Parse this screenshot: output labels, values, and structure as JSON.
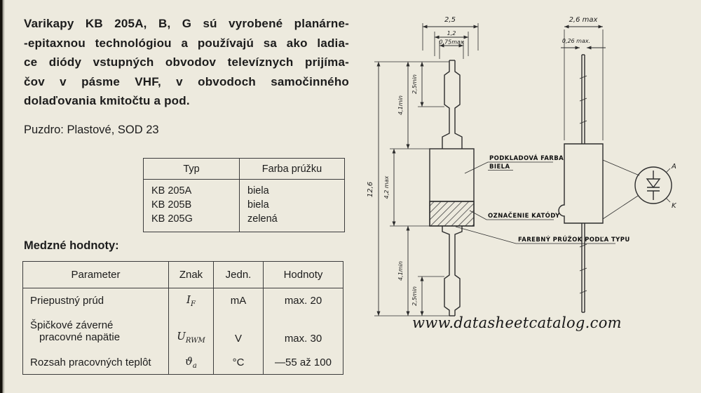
{
  "doc": {
    "intro_lines": [
      "Varikapy KB 205A, B, G sú vyrobené planárne-",
      "-epitaxnou technológiou a používajú sa ako ladia-",
      "ce diódy vstupných obvodov televíznych prijíma-",
      "čov v pásme VHF, v obvodoch samočinného",
      "dolaďovania kmitočtu a pod."
    ],
    "package_line": "Puzdro: Plastové, SOD 23",
    "limits_heading": "Medzné hodnoty:",
    "watermark": "www.datasheetcatalog.com"
  },
  "type_table": {
    "col_typ": "Typ",
    "col_farba": "Farba prúžku",
    "rows": [
      {
        "typ": "KB 205A",
        "farba": "biela"
      },
      {
        "typ": "KB 205B",
        "farba": "biela"
      },
      {
        "typ": "KB 205G",
        "farba": "zelená"
      }
    ]
  },
  "limits_table": {
    "col_parameter": "Parameter",
    "col_znak": "Znak",
    "col_jedn": "Jedn.",
    "col_hodnoty": "Hodnoty",
    "rows": [
      {
        "parameter": "Priepustný prúd",
        "znak_main": "I",
        "znak_sub": "F",
        "jedn": "mA",
        "hodnoty": "max. 20"
      },
      {
        "parameter_line1": "Špičkové záverné",
        "parameter_line2": "pracovné napätie",
        "znak_main": "U",
        "znak_sub": "RWM",
        "jedn": "V",
        "hodnoty": "max. 30"
      },
      {
        "parameter": "Rozsah pracovných teplôt",
        "znak_main": "ϑ",
        "znak_sub": "a",
        "jedn": "°C",
        "hodnoty": "—55 až 100"
      }
    ]
  },
  "drawing": {
    "front": {
      "dim_width_outer": "2,5",
      "dim_width_mid": "1,2",
      "dim_width_inner": "0,75max",
      "dim_tip_top": "2,5min",
      "dim_lead_top": "4,1min",
      "dim_overall": "12,6",
      "dim_body": "4,2 max",
      "dim_lead_bottom": "4,1min",
      "dim_tip_bottom": "2,5min",
      "callout_base_line1": "PODKLADOVÁ FARBA",
      "callout_base_line2": "BIELA",
      "callout_cathode": "OZNAČENIE KATÓDY",
      "callout_stripe": "FAREBNÝ PRÚŽOK PODĽA TYPU"
    },
    "side": {
      "dim_width": "2,6 max",
      "dim_lead_thickness": "0,26 max."
    },
    "symbol": {
      "anode_label": "A",
      "cathode_label": "K"
    }
  }
}
